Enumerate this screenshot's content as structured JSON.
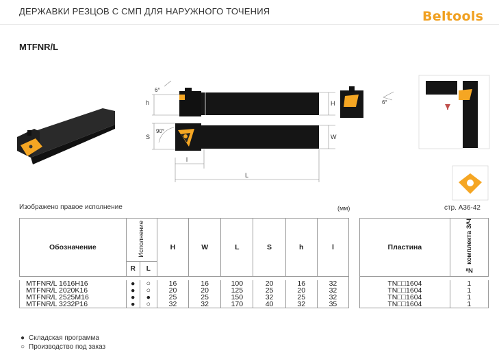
{
  "header": {
    "title": "ДЕРЖАВКИ РЕЗЦОВ С СМП ДЛЯ НАРУЖНОГО ТОЧЕНИЯ",
    "logo_part1": "Bel",
    "logo_part2": "tools"
  },
  "model": "MTFNR/L",
  "drawing": {
    "dim_h": "h",
    "dim_H": "H",
    "dim_W": "W",
    "dim_S": "S",
    "dim_l": "l",
    "dim_L": "L",
    "angle_6a": "6°",
    "angle_90": "90°",
    "angle_6b": "6°"
  },
  "note": "Изображено правое исполнение",
  "unit": "(мм)",
  "ref": "стр. A36-42",
  "table": {
    "col_designation": "Обозначение",
    "col_execution": "Исполнение",
    "col_R": "R",
    "col_L": "L",
    "cols": [
      "H",
      "W",
      "L",
      "S",
      "h",
      "l"
    ],
    "col_insert": "Пластина",
    "col_kit": "№ комплекта З/Ч",
    "rows": [
      {
        "name": "MTFNR/L 1616H16",
        "R": "●",
        "L": "○",
        "H": "16",
        "W": "16",
        "Lv": "100",
        "S": "20",
        "h": "16",
        "l": "32",
        "insert": "TN□□1604",
        "kit": "1"
      },
      {
        "name": "MTFNR/L 2020K16",
        "R": "●",
        "L": "○",
        "H": "20",
        "W": "20",
        "Lv": "125",
        "S": "25",
        "h": "20",
        "l": "32",
        "insert": "TN□□1604",
        "kit": "1"
      },
      {
        "name": "MTFNR/L 2525M16",
        "R": "●",
        "L": "●",
        "H": "25",
        "W": "25",
        "Lv": "150",
        "S": "32",
        "h": "25",
        "l": "32",
        "insert": "TN□□1604",
        "kit": "1"
      },
      {
        "name": "MTFNR/L 3232P16",
        "R": "●",
        "L": "○",
        "H": "32",
        "W": "32",
        "Lv": "170",
        "S": "40",
        "h": "32",
        "l": "35",
        "insert": "TN□□1604",
        "kit": "1"
      }
    ]
  },
  "legend": {
    "stock_mark": "●",
    "stock": "Складская программа",
    "order_mark": "○",
    "order": "Производство под заказ"
  },
  "colors": {
    "accent": "#f0a020",
    "insert": "#f5a623",
    "body": "#1a1a1a"
  }
}
